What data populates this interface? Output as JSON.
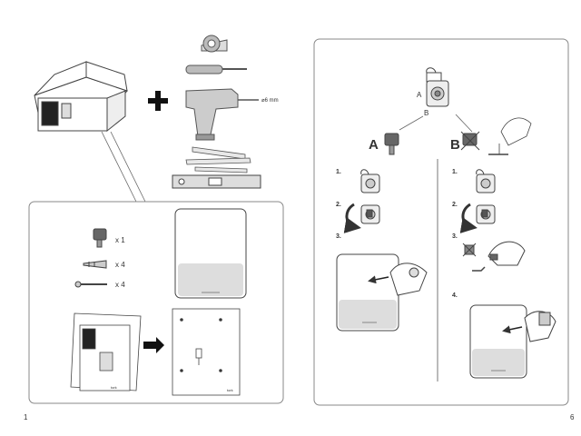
{
  "page": {
    "left_page_number": "1",
    "right_page_number": "6"
  },
  "tools": {
    "drill_bit_label": "⌀6 mm"
  },
  "parts": [
    {
      "name": "key",
      "qty": "x 1"
    },
    {
      "name": "wall-plug",
      "qty": "x 4"
    },
    {
      "name": "screw",
      "qty": "x 4"
    }
  ],
  "routes": {
    "option_a": "A",
    "option_b": "B",
    "lock_label_a": "A",
    "lock_label_b": "B"
  },
  "steps_a": [
    "1.",
    "2.",
    "3."
  ],
  "steps_b": [
    "1.",
    "2.",
    "3.",
    "4."
  ],
  "template_brand": "tork",
  "icons": [
    "tape-icon",
    "screwdriver-icon",
    "drill-icon",
    "folding-ruler-icon",
    "spirit-level-icon",
    "box-icon",
    "plus-icon",
    "key-icon",
    "lock-icon",
    "arrow-icon"
  ]
}
